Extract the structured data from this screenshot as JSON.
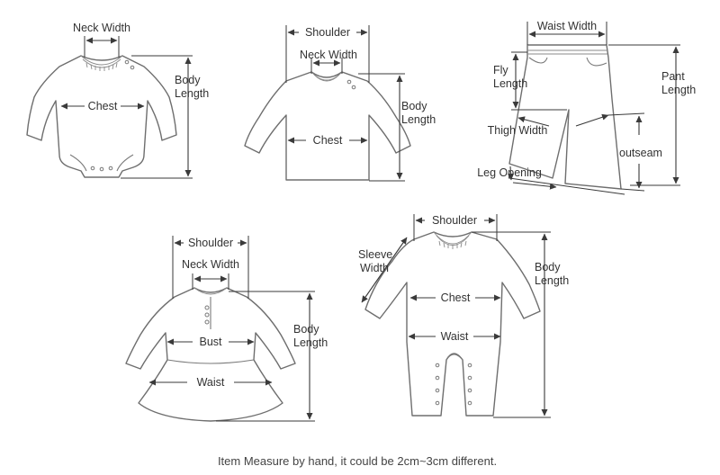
{
  "labels": {
    "bodysuit": {
      "neck_width": "Neck Width",
      "chest": "Chest",
      "body_length_1": "Body",
      "body_length_2": "Length"
    },
    "shirt": {
      "shoulder": "Shoulder",
      "neck_width": "Neck Width",
      "chest": "Chest",
      "body_length_1": "Body",
      "body_length_2": "Length"
    },
    "pants": {
      "waist_width": "Waist Width",
      "fly_length_1": "Fly",
      "fly_length_2": "Length",
      "pant_length_1": "Pant",
      "pant_length_2": "Length",
      "thigh_width": "Thigh Width",
      "outseam": "outseam",
      "leg_opening": "Leg Opening"
    },
    "dress": {
      "shoulder": "Shoulder",
      "neck_width": "Neck Width",
      "bust": "Bust",
      "waist": "Waist",
      "body_length_1": "Body",
      "body_length_2": "Length"
    },
    "romper": {
      "shoulder": "Shoulder",
      "sleeve_width_1": "Sleeve",
      "sleeve_width_2": "Width",
      "chest": "Chest",
      "waist": "Waist",
      "body_length_1": "Body",
      "body_length_2": "Length"
    }
  },
  "footer_note": "Item Measure by hand, it could be 2cm~3cm different.",
  "colors": {
    "line": "#3a3a3a",
    "garment_outline": "#6e6e6e",
    "text": "#333333"
  }
}
